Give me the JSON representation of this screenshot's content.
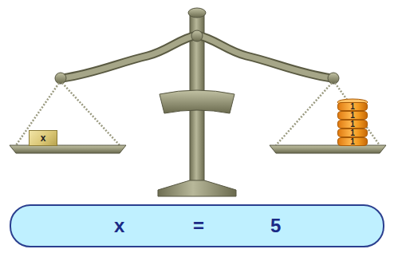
{
  "diagram": {
    "nodes": [
      {
        "text": [
          "x"
        ]
      },
      {
        "text": [
          "1"
        ]
      },
      {
        "text": [
          "1"
        ]
      },
      {
        "text": [
          "1"
        ]
      },
      {
        "text": [
          "1"
        ]
      },
      {
        "text": [
          "1"
        ]
      },
      {
        "text": [
          "x",
          "=",
          "5"
        ]
      }
    ]
  }
}
